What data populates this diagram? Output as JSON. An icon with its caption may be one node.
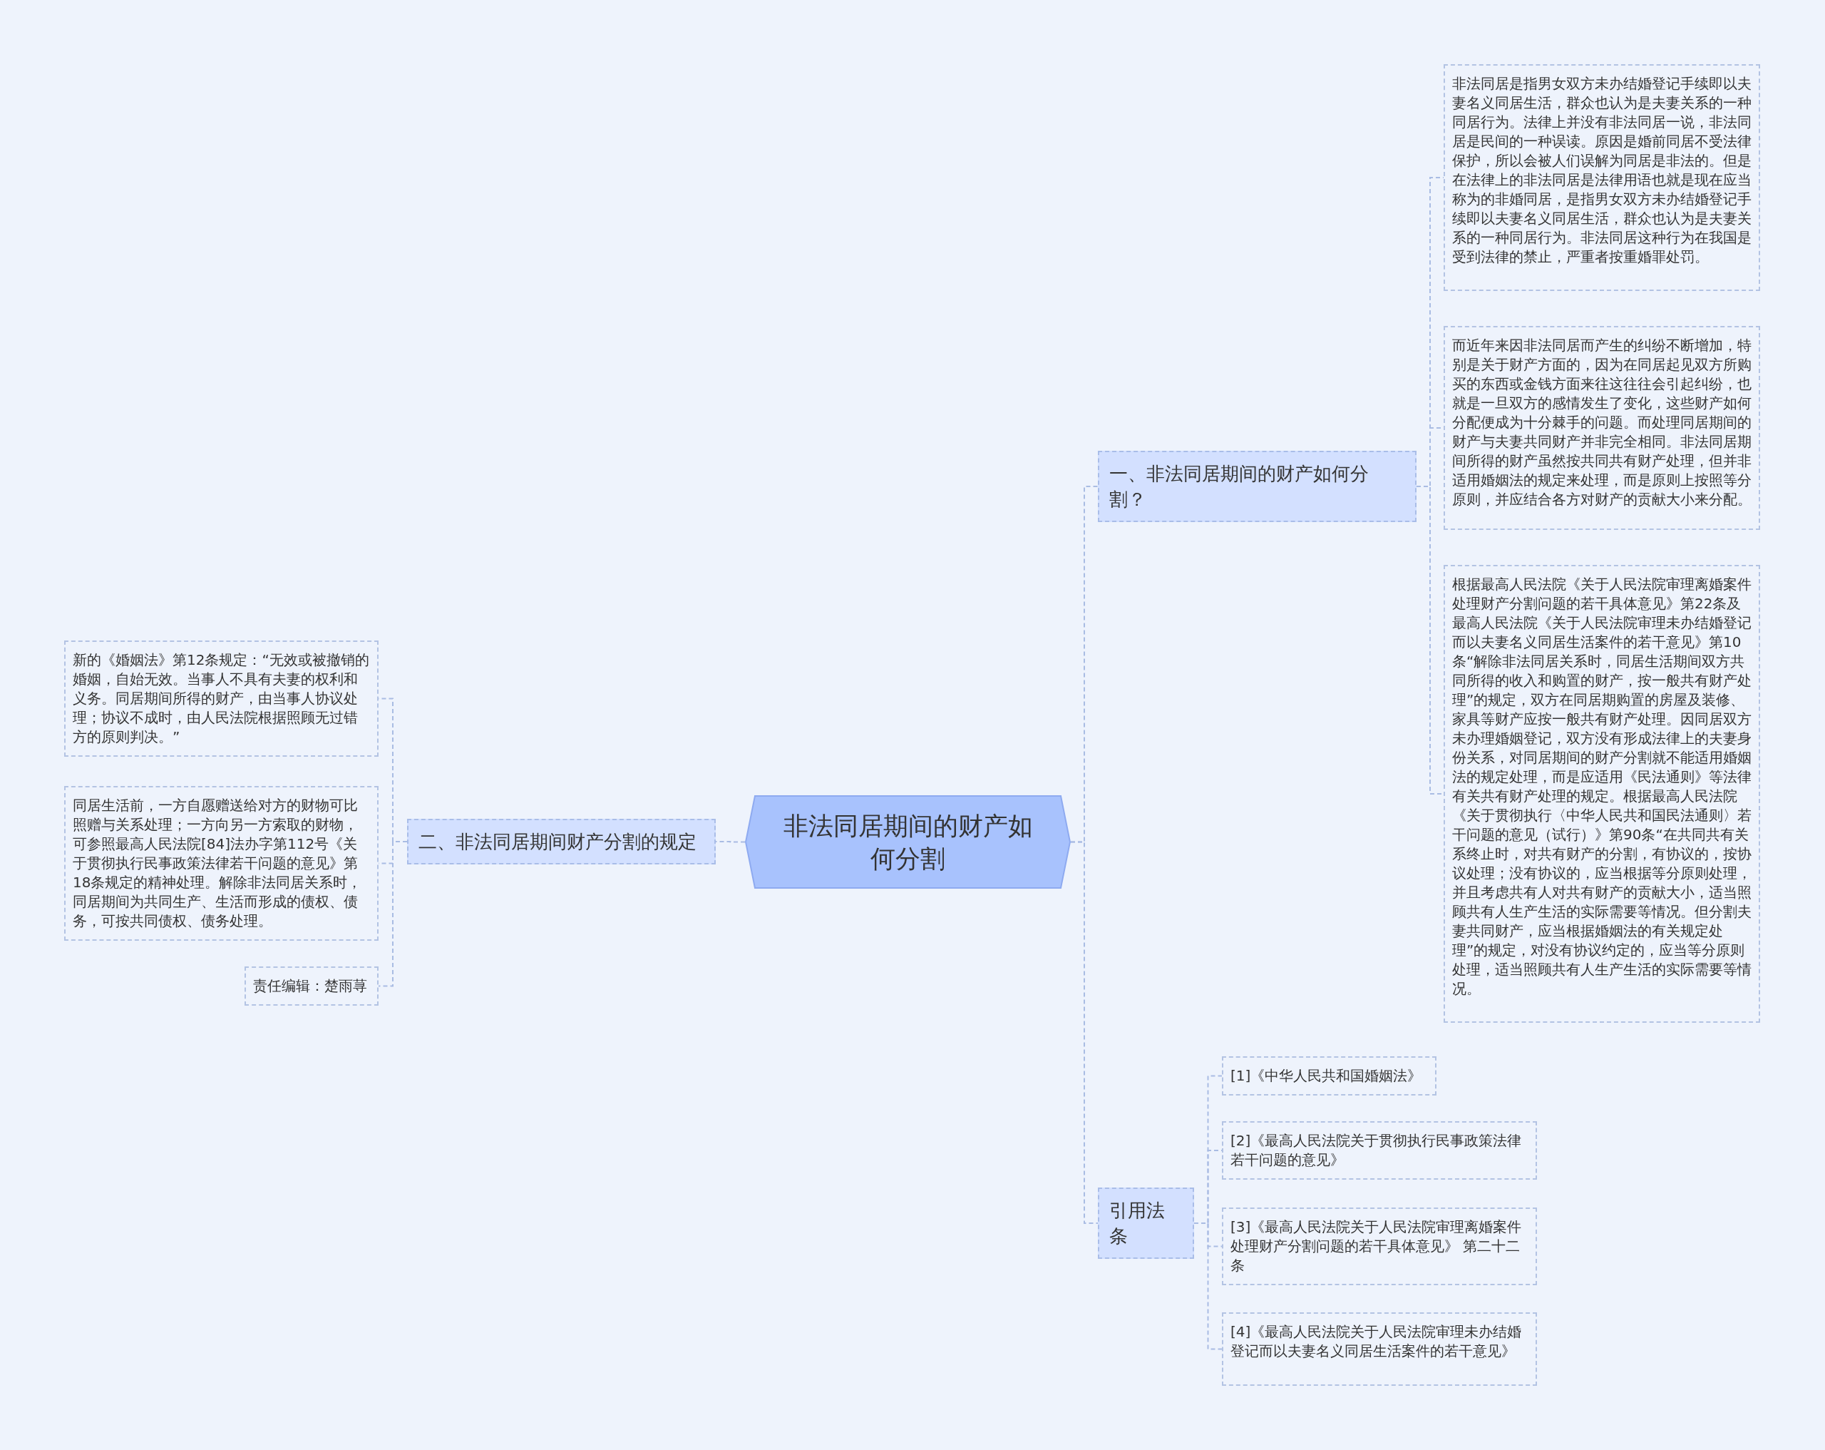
{
  "diagram": {
    "nodes": [
      {
        "text": [
          "非法同居期间的财产如何分割"
        ]
      },
      {
        "text": [
          "一、非法同居期间的财产如何分割？"
        ]
      },
      {
        "text": [
          "非法同居是指男女双方未办结婚登记手续即以夫妻名义同居生活，群众也认为是夫妻关系的一种同居行为。法律上并没有非法同居一说，非法同居是民间的一种误读。原因是婚前同居不受法律保护，所以会被人们误解为同居是非法的。但是在法律上的非法同居是法律用语也就是现在应当称为的非婚同居，是指男女双方未办结婚登记手续即以夫妻名义同居生活，群众也认为是夫妻关系的一种同居行为。非法同居这种行为在我国是受到法律的禁止，严重者按重婚罪处罚。"
        ]
      },
      {
        "text": [
          "而近年来因非法同居而产生的纠纷不断增加，特别是关于财产方面的，因为在同居起见双方所购买的东西或金钱方面来往这往往会引起纠纷，也就是一旦双方的感情发生了变化，这些财产如何分配便成为十分棘手的问题。而处理同居期间的财产与夫妻共同财产并非完全相同。非法同居期间所得的财产虽然按共同共有财产处理，但并非适用婚姻法的规定来处理，而是原则上按照等分原则，并应结合各方对财产的贡献大小来分配。"
        ]
      },
      {
        "text": [
          "根据最高人民法院《关于人民法院审理离婚案件处理财产分割问题的若干具体意见》第22条及最高人民法院《关于人民法院审理未办结婚登记而以夫妻名义同居生活案件的若干意见》第10条“解除非法同居关系时，同居生活期间双方共同所得的收入和购置的财产，按一般共有财产处理”的规定，双方在同居期购置的房屋及装修、家具等财产应按一般共有财产处理。因同居双方未办理婚姻登记，双方没有形成法律上的夫妻身份关系，对同居期间的财产分割就不能适用婚姻法的规定处理，而是应适用《民法通则》等法律有关共有财产处理的规定。根据最高人民法院《关于贯彻执行〈中华人民共和国民法通则〉若干问题的意见（试行）》第90条“在共同共有关系终止时，对共有财产的分割，有协议的，按协议处理；没有协议的，应当根据等分原则处理，并且考虑共有人对共有财产的贡献大小，适当照顾共有人生产生活的实际需要等情况。但分割夫妻共同财产，应当根据婚姻法的有关规定处理”的规定，对没有协议约定的，应当等分原则处理，适当照顾共有人生产生活的实际需要等情况。"
        ]
      },
      {
        "text": [
          "引用法条"
        ]
      },
      {
        "text": [
          "[1]《中华人民共和国婚姻法》"
        ]
      },
      {
        "text": [
          "[2]《最高人民法院关于贯彻执行民事政策法律若干问题的意见》"
        ]
      },
      {
        "text": [
          "[3]《最高人民法院关于人民法院审理离婚案件处理财产分割问题的若干具体意见》 第二十二条"
        ]
      },
      {
        "text": [
          "[4]《最高人民法院关于人民法院审理未办结婚登记而以夫妻名义同居生活案件的若干意见》"
        ]
      },
      {
        "text": [
          "二、非法同居期间财产分割的规定"
        ]
      },
      {
        "text": [
          "新的《婚姻法》第12条规定：“无效或被撤销的婚姻，自始无效。当事人不具有夫妻的权利和义务。同居期间所得的财产，由当事人协议处理；协议不成时，由人民法院根据照顾无过错方的原则判决。”"
        ]
      },
      {
        "text": [
          "同居生活前，一方自愿赠送给对方的财物可比照赠与关系处理；一方向另一方索取的财物，可参照最高人民法院[84]法办字第112号《关于贯彻执行民事政策法律若干问题的意见》第18条规定的精神处理。解除非法同居关系时，同居期间为共同生产、生活而形成的债权、债务，可按共同债权、债务处理。"
        ]
      },
      {
        "text": [
          "责任编辑：楚雨荨"
        ]
      }
    ],
    "edges": [
      {
        "from": 0,
        "to": 1,
        "arrow": "none"
      },
      {
        "from": 0,
        "to": 5,
        "arrow": "none"
      },
      {
        "from": 0,
        "to": 10,
        "arrow": "none"
      },
      {
        "from": 1,
        "to": 2,
        "arrow": "none"
      },
      {
        "from": 1,
        "to": 3,
        "arrow": "none"
      },
      {
        "from": 1,
        "to": 4,
        "arrow": "none"
      },
      {
        "from": 5,
        "to": 6,
        "arrow": "none"
      },
      {
        "from": 5,
        "to": 7,
        "arrow": "none"
      },
      {
        "from": 5,
        "to": 8,
        "arrow": "none"
      },
      {
        "from": 5,
        "to": 9,
        "arrow": "none"
      },
      {
        "from": 10,
        "to": 11,
        "arrow": "none"
      },
      {
        "from": 10,
        "to": 12,
        "arrow": "none"
      },
      {
        "from": 10,
        "to": 13,
        "arrow": "none"
      }
    ]
  }
}
